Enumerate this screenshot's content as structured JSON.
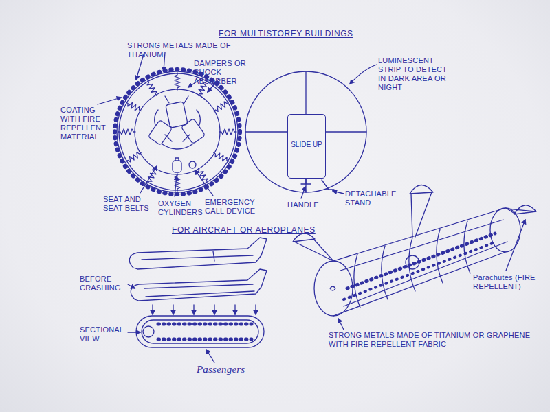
{
  "diagram": {
    "title": "FOR MULTISTOREY BUILDINGS",
    "nodes": [
      {
        "text": [
          "SLIDE UP"
        ]
      }
    ],
    "labels": [
      "STRONG METALS MADE OF TITANIUM",
      "DAMPERS OR SHOCK ABSORBER",
      "COATING WITH FIRE REPELLENT MATERIAL",
      "SEAT AND SEAT BELTS",
      "OXYGEN CYLINDERS",
      "EMERGENCY CALL DEVICE",
      "LUMINESCENT STRIP TO DETECT IN DARK AREA OR NIGHT",
      "HANDLE",
      "DETACHABLE STAND",
      "FOR AIRCRAFT OR AEROPLANES",
      "BEFORE CRASHING",
      "SECTIONAL VIEW",
      "Passengers",
      "Parachutes (FIRE REPELLENT)",
      "STRONG METALS MADE OF TITANIUM OR GRAPHENE WITH FIRE REPELLENT FABRIC"
    ]
  }
}
